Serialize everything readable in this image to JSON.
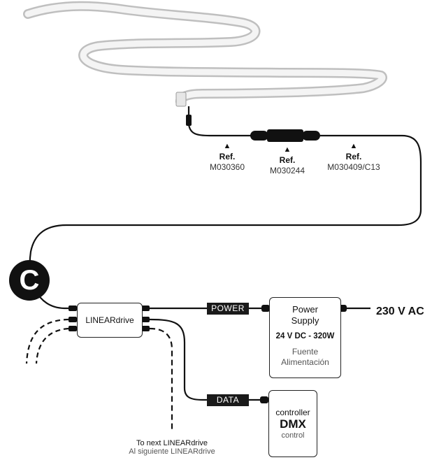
{
  "section_badge": "C",
  "refs": [
    {
      "label": "Ref.",
      "code": "M030360"
    },
    {
      "label": "Ref.",
      "code": "M030244"
    },
    {
      "label": "Ref.",
      "code": "M030409/C13"
    }
  ],
  "lineardrive_label": "LINEARdrive",
  "power_tag": "POWER",
  "data_tag": "DATA",
  "power_supply": {
    "line1": "Power",
    "line2": "Supply",
    "rating": "24 V DC - 320W",
    "es_line1": "Fuente",
    "es_line2": "Alimentación"
  },
  "controller": {
    "line1": "controller",
    "line2": "DMX",
    "line3": "control"
  },
  "mains_label": "230 V AC",
  "next_note": {
    "en": "To next LINEARdrive",
    "es": "Al siguiente LINEARdrive"
  },
  "icons": [
    "led-strip",
    "connector",
    "triangle-marker"
  ]
}
